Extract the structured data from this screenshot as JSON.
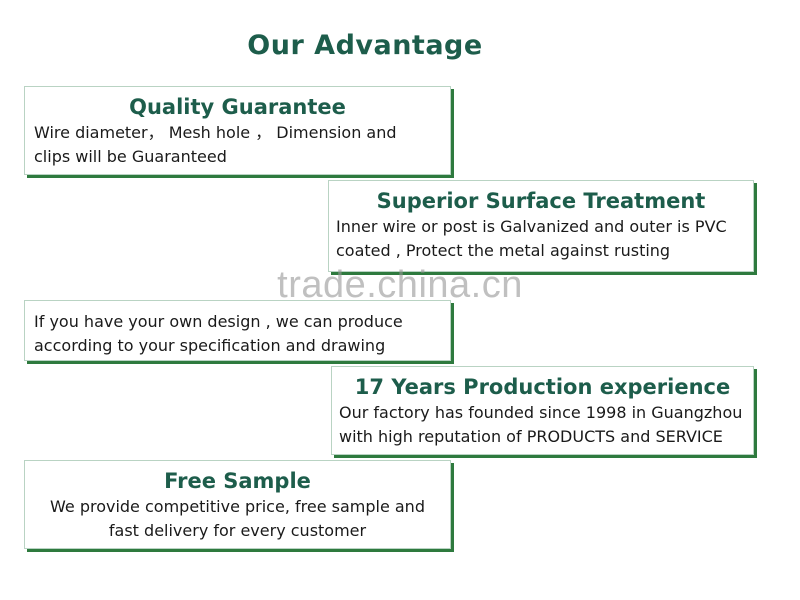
{
  "page": {
    "title": "Our Advantage"
  },
  "advantages": [
    {
      "title": "Quality Guarantee",
      "text": "Wire  diameter，  Mesh hole ，  Dimension and\nclips will be Guaranteed"
    },
    {
      "title": "Superior Surface Treatment",
      "text": "Inner wire or post is Galvanized and outer is PVC\ncoated , Protect the metal against rusting"
    },
    {
      "title": "",
      "text": "If you have your own design , we can produce\naccording to your specification and drawing"
    },
    {
      "title": "17 Years Production experience",
      "text": "Our factory has founded since 1998 in Guangzhou\nwith high reputation of PRODUCTS and SERVICE"
    },
    {
      "title": "Free Sample",
      "text": "We provide competitive price, free sample and\nfast delivery for every customer"
    }
  ],
  "watermark": "trade.china.cn",
  "colors": {
    "heading": "#1d5d4b",
    "box_border": "#b9d3c3",
    "box_shadow": "#2e7a3e",
    "text": "#1a1a1a"
  }
}
